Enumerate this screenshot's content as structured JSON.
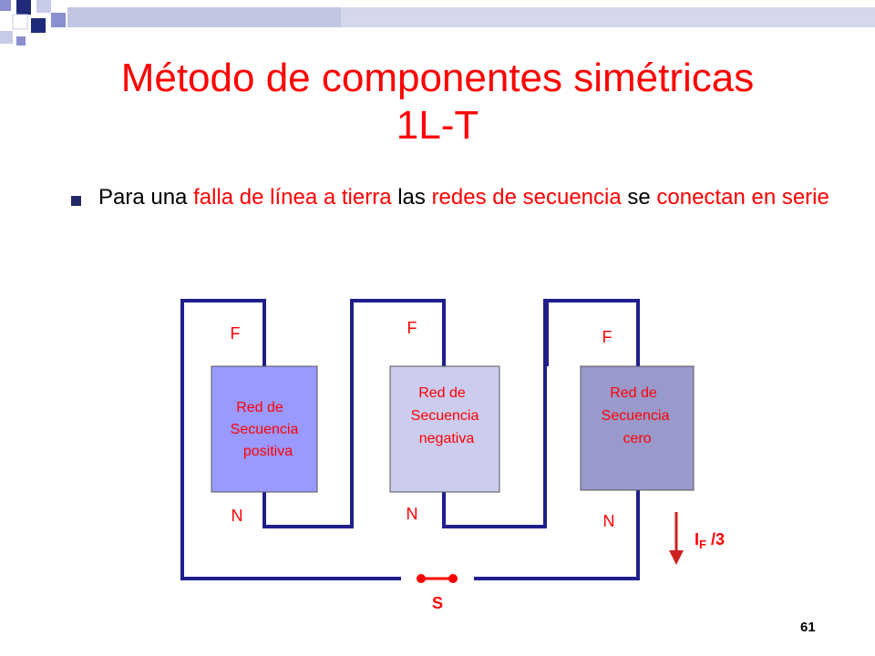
{
  "slide": {
    "title_line1": "Método de componentes simétricas",
    "title_line2": "1L-T",
    "bullet": {
      "p1": "Para una ",
      "p2": "falla de línea  a tierra",
      "p3": " las ",
      "p4": "redes de secuencia",
      "p5": " se ",
      "p6": "conectan en serie"
    },
    "page_number": "61"
  },
  "diagram": {
    "colors": {
      "wire": "#1f1f8c",
      "positive_box": "#9999ff",
      "negative_box": "#ccccee",
      "zero_box": "#9999cc",
      "label_red": "#ff0000",
      "bullet_marker": "#222a66"
    },
    "boxes": [
      {
        "line1": "Red de",
        "line2": "Secuencia",
        "line3": "positiva",
        "f_label": "F",
        "n_label": "N"
      },
      {
        "line1": "Red de",
        "line2": "Secuencia",
        "line3": "negativa",
        "f_label": "F",
        "n_label": "N"
      },
      {
        "line1": "Red de",
        "line2": "Secuencia",
        "line3": "cero",
        "f_label": "F",
        "n_label": "N"
      }
    ],
    "switch_label": "S",
    "current_label_main": "I",
    "current_label_sub": "F",
    "current_label_tail": " /3"
  }
}
